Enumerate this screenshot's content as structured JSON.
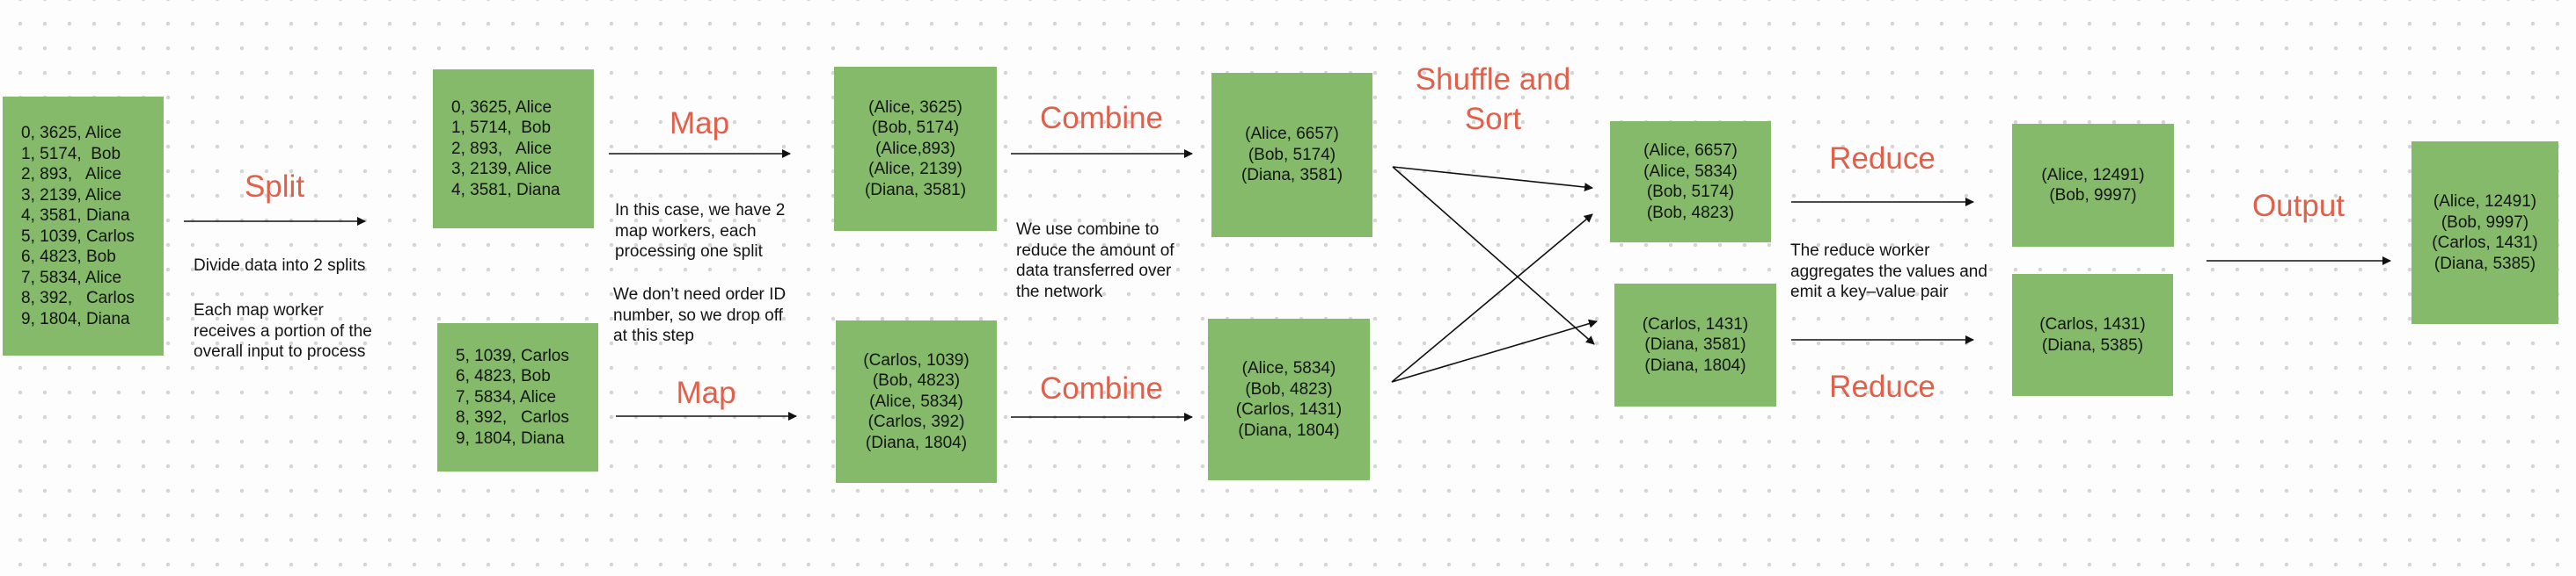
{
  "app": {
    "kind": "whiteboard-canvas",
    "colors": {
      "box_green": "#84ba6a",
      "label_red": "#e0604a",
      "text_dark": "#141414",
      "arrow_black": "#111111",
      "dot_grid": "#d5d5d5"
    }
  },
  "stages": {
    "split": "Split",
    "map_1": "Map",
    "map_2": "Map",
    "combine_1": "Combine",
    "combine_2": "Combine",
    "shuffle": "Shuffle and\nSort",
    "reduce_1": "Reduce",
    "reduce_2": "Reduce",
    "output": "Output"
  },
  "notes": {
    "split_1": "Divide data into 2 splits",
    "split_2": "Each map worker\nreceives a portion of the\noverall input to process",
    "map_1": "In this case, we have 2\nmap workers, each\nprocessing one split",
    "map_2": "We don’t need order ID\nnumber, so we drop off\nat this step",
    "combine": "We use combine to\nreduce the amount of\ndata transferred over\nthe network",
    "reduce": "The reduce worker\naggregates the values and\nemit a key–value pair"
  },
  "boxes": {
    "input": "0, 3625, Alice\n1, 5174,  Bob\n2, 893,   Alice\n3, 2139, Alice\n4, 3581, Diana\n5, 1039, Carlos\n6, 4823, Bob\n7, 5834, Alice\n8, 392,   Carlos\n9, 1804, Diana",
    "split_top": "0, 3625, Alice\n1, 5714,  Bob\n2, 893,   Alice\n3, 2139, Alice\n4, 3581, Diana",
    "split_bottom": "5, 1039, Carlos\n6, 4823, Bob\n7, 5834, Alice\n8, 392,   Carlos\n9, 1804, Diana",
    "map_top": "(Alice, 3625)\n(Bob, 5174)\n(Alice,893)\n(Alice, 2139)\n(Diana, 3581)",
    "map_bottom": "(Carlos, 1039)\n(Bob, 4823)\n(Alice, 5834)\n(Carlos, 392)\n(Diana, 1804)",
    "combine_top": "(Alice, 6657)\n(Bob, 5174)\n(Diana, 3581)",
    "combine_bottom": "(Alice, 5834)\n(Bob, 4823)\n(Carlos, 1431)\n(Diana, 1804)",
    "shuffle_top": "(Alice, 6657)\n(Alice, 5834)\n(Bob, 5174)\n(Bob, 4823)",
    "shuffle_bottom": "(Carlos, 1431)\n(Diana, 3581)\n(Diana, 1804)",
    "reduce_top": "(Alice, 12491)\n(Bob, 9997)",
    "reduce_bottom": "(Carlos, 1431)\n(Diana, 5385)",
    "output": "(Alice, 12491)\n(Bob, 9997)\n(Carlos, 1431)\n(Diana, 5385)"
  }
}
